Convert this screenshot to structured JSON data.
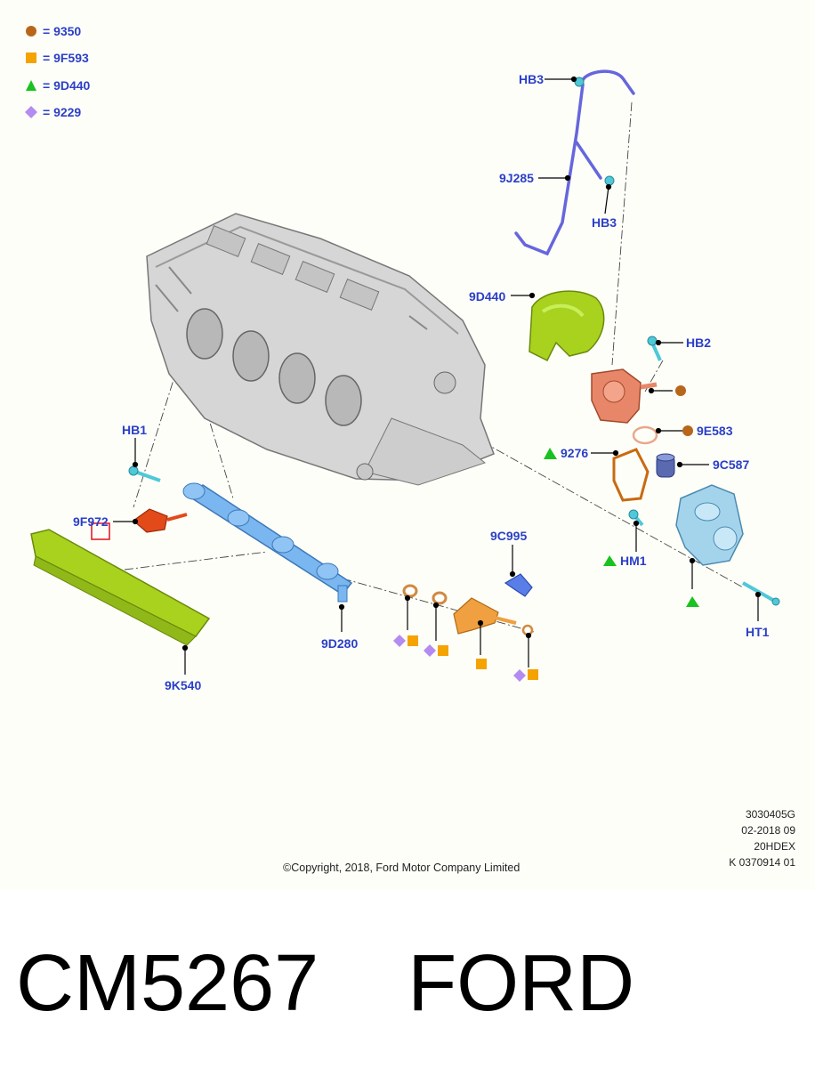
{
  "legend": [
    {
      "shape": "circle",
      "color": "#b8661a",
      "text": "= 9350"
    },
    {
      "shape": "square",
      "color": "#f4a300",
      "text": "= 9F593"
    },
    {
      "shape": "triangle",
      "color": "#19c21e",
      "text": "= 9D440"
    },
    {
      "shape": "diamond",
      "color": "#b48bf0",
      "text": "= 9229"
    }
  ],
  "labels": {
    "hb3_top": "HB3",
    "j285": "9J285",
    "hb3_lower": "HB3",
    "d440": "9D440",
    "hb2": "HB2",
    "e583": "9E583",
    "n9276": "9276",
    "c587": "9C587",
    "hb1": "HB1",
    "f972": "9F972",
    "c995": "9C995",
    "hm1": "HM1",
    "ht1": "HT1",
    "d280": "9D280",
    "k540": "9K540"
  },
  "meta": {
    "line1": "3030405G",
    "line2": "02-2018 09",
    "line3": "20HDEX",
    "line4": "K 0370914 01"
  },
  "copyright": "©Copyright, 2018, Ford Motor Company Limited",
  "caption": "CM5267    FORD",
  "colors": {
    "label_blue": "#2b3fc7",
    "fuel_rail": "#7ab6f0",
    "pump": "#e8866a",
    "cover": "#a8d21e",
    "hose": "#6666dd",
    "injector": "#f0a040"
  }
}
